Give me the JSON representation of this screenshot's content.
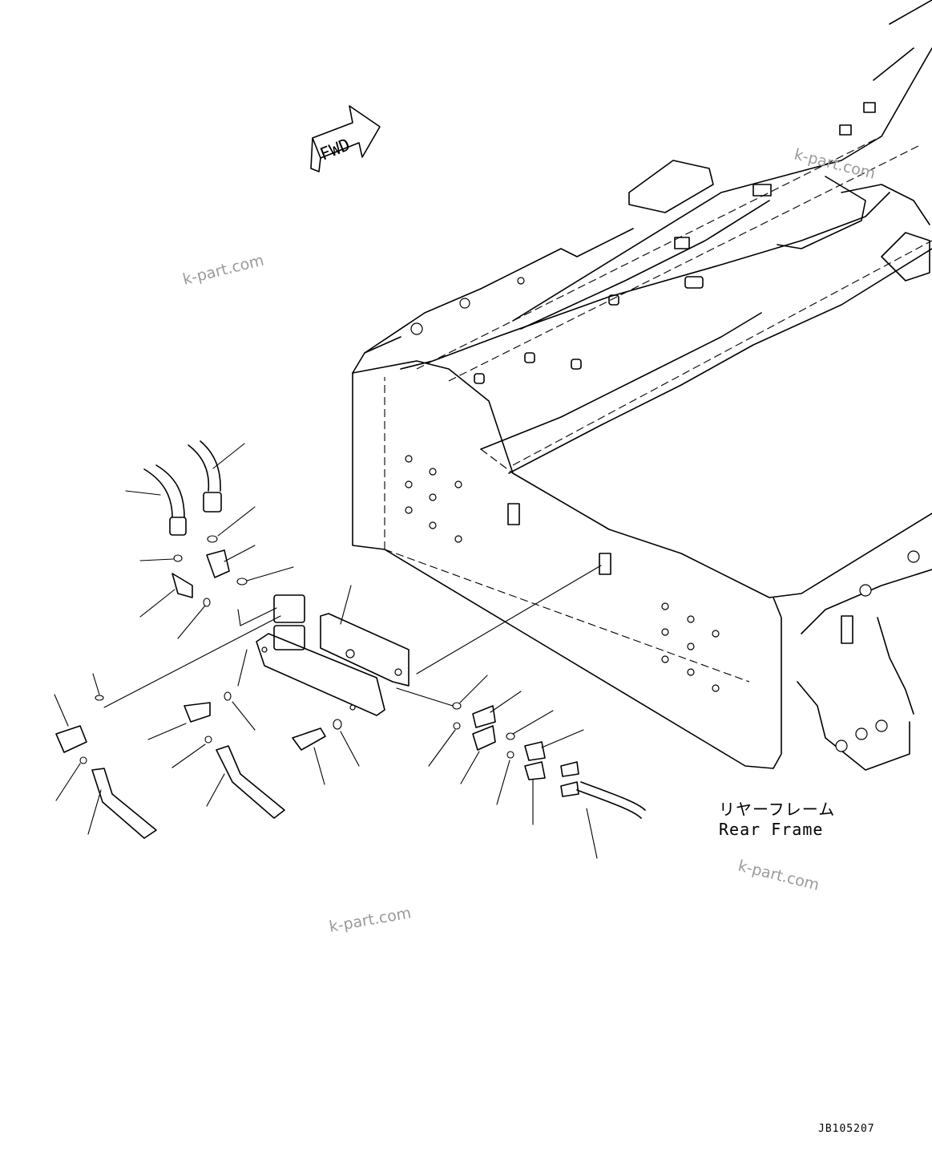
{
  "diagram": {
    "direction_arrow": {
      "text": "FWD"
    },
    "part_label": {
      "japanese": "リヤーフレーム",
      "english": "Rear Frame"
    },
    "drawing_code": "JB105207",
    "watermarks": [
      "k-part.com",
      "k-part.com",
      "k-part.com",
      "k-part.com"
    ]
  }
}
